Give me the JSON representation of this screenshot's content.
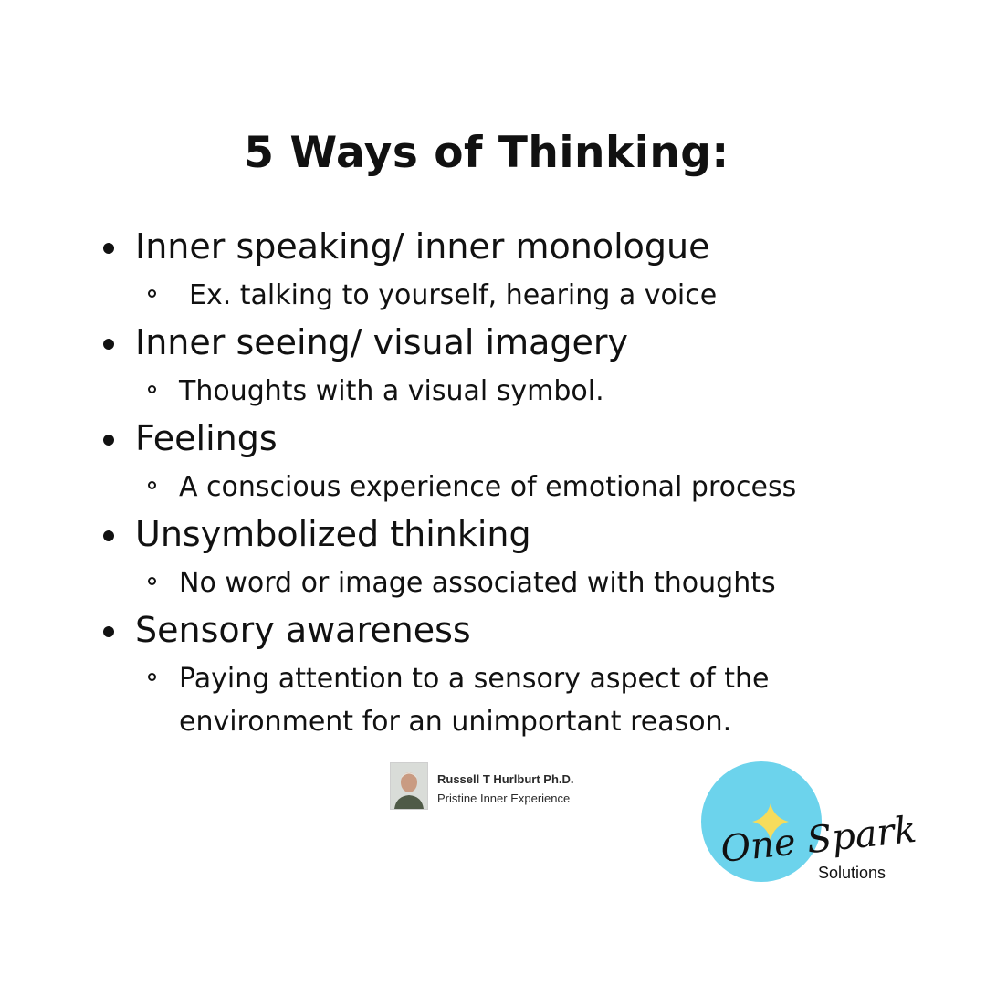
{
  "title": "5 Ways of Thinking:",
  "items": [
    {
      "label": "Inner speaking/ inner monologue",
      "sub": [
        "Ex. talking to yourself, hearing a voice"
      ]
    },
    {
      "label": "Inner seeing/ visual imagery",
      "sub": [
        "Thoughts with a visual symbol."
      ]
    },
    {
      "label": "Feelings",
      "sub": [
        "A conscious experience of emotional process"
      ]
    },
    {
      "label": "Unsymbolized thinking",
      "sub": [
        "No word or image associated with thoughts"
      ]
    },
    {
      "label": "Sensory awareness",
      "sub": [
        "Paying attention to a sensory aspect of the",
        "environment for an unimportant reason."
      ]
    }
  ],
  "credit": {
    "name": "Russell T Hurlburt Ph.D.",
    "org": "Pristine Inner Experience"
  },
  "logo": {
    "script": "One Spark",
    "sub": "Solutions",
    "circle_color": "#6cd3ec",
    "star_color": "#f6dc5c"
  }
}
